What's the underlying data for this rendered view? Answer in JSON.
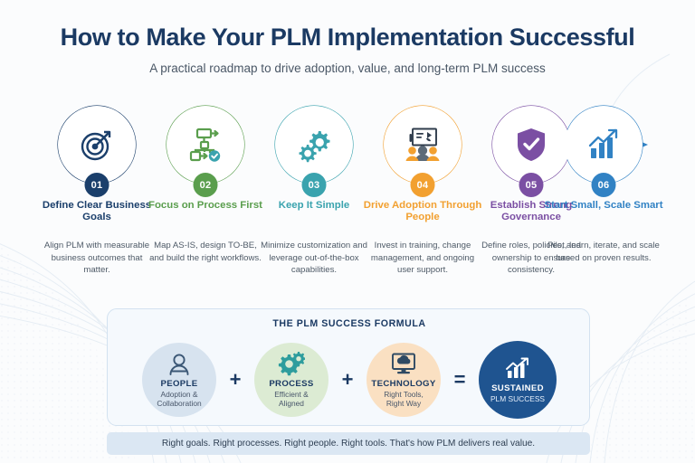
{
  "header": {
    "title": "How to Make Your PLM Implementation Successful",
    "subtitle": "A practical roadmap to drive adoption, value, and long-term PLM success"
  },
  "theme": {
    "background": "#fbfcfd",
    "title_color": "#1b3a63",
    "panel_bg": "#f5f9fd",
    "panel_border": "#d3e2f0",
    "tagline_bg": "#dbe7f3"
  },
  "steps": [
    {
      "number": "01",
      "title": "Define Clear Business Goals",
      "description": "Align PLM with measurable business outcomes that matter.",
      "icon": "target-icon",
      "color": "#1b3f6b"
    },
    {
      "number": "02",
      "title": "Focus on Process First",
      "description": "Map AS-IS, design TO-BE, and build the right workflows.",
      "icon": "process-flow-icon",
      "color": "#5a9e4d"
    },
    {
      "number": "03",
      "title": "Keep It Simple",
      "description": "Minimize customization and leverage out-of-the-box capabilities.",
      "icon": "gears-icon",
      "color": "#3aa3ae"
    },
    {
      "number": "04",
      "title": "Drive Adoption Through People",
      "description": "Invest in training, change management, and ongoing user support.",
      "icon": "training-presentation-icon",
      "color": "#f2a030"
    },
    {
      "number": "05",
      "title": "Establish Strong Governance",
      "description": "Define roles, policies, and ownership to ensure consistency.",
      "icon": "shield-check-icon",
      "color": "#7b4fa3"
    },
    {
      "number": "06",
      "title": "Start Small, Scale Smart",
      "description": "Pilot, learn, iterate, and scale based on proven results.",
      "icon": "growth-chart-icon",
      "color": "#3182c4"
    }
  ],
  "formula": {
    "heading": "THE PLM SUCCESS FORMULA",
    "operators": [
      "+",
      "+",
      "="
    ],
    "items": [
      {
        "label": "PEOPLE",
        "sub": "Adoption &\nCollaboration",
        "sub_line1": "Adoption &",
        "sub_line2": "Collaboration",
        "icon": "person-icon",
        "bg": "#d7e3ef",
        "icon_color": "#3b5775"
      },
      {
        "label": "PROCESS",
        "sub": "Efficient &\nAligned",
        "sub_line1": "Efficient &",
        "sub_line2": "Aligned",
        "icon": "gears-icon",
        "bg": "#dcebd3",
        "icon_color": "#2e9d9d"
      },
      {
        "label": "TECHNOLOGY",
        "sub": "Right Tools,\nRight Way",
        "sub_line1": "Right Tools,",
        "sub_line2": "Right Way",
        "icon": "cloud-monitor-icon",
        "bg": "#fae0c2",
        "icon_color": "#2f4a63"
      }
    ],
    "result": {
      "label": "SUSTAINED",
      "sub_line1": "PLM SUCCESS",
      "icon": "growth-chart-icon",
      "bg": "#1f5490"
    }
  },
  "tagline": "Right goals. Right processes. Right people. Right tools. That's how PLM delivers real value."
}
